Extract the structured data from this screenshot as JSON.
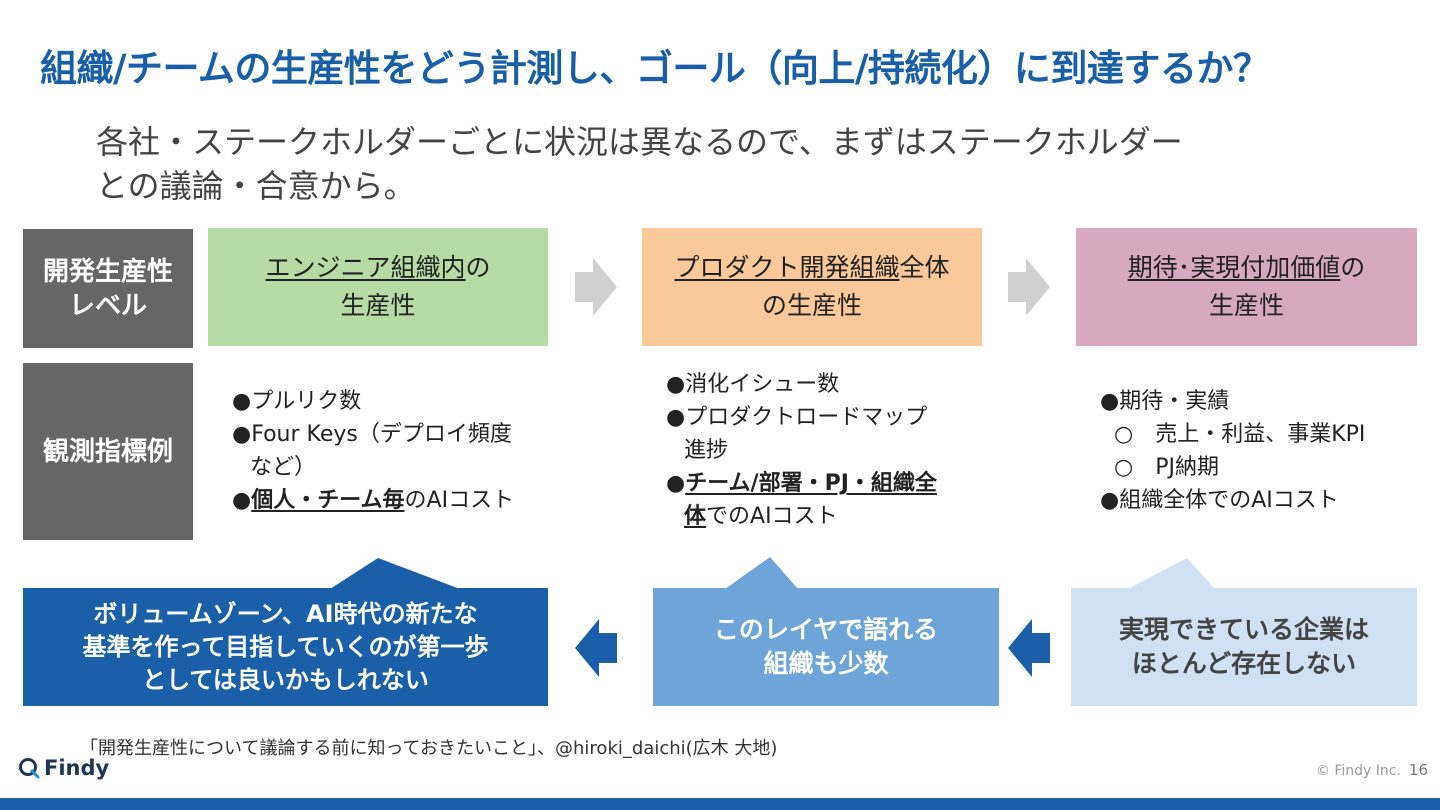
{
  "title": "組織/チームの生産性をどう計測し、ゴール（向上/持続化）に到達するか？",
  "lead": {
    "line1": "各社・ステークホルダーごとに状況は異なるので、まずはステークホルダー",
    "line2": "との議論・合意から。"
  },
  "row_labels": {
    "level_line1": "開発生産性",
    "level_line2": "レベル",
    "metrics": "観測指標例"
  },
  "stages": [
    {
      "underlined": "エンジニア組織内",
      "rest": "の",
      "line2": "生産性",
      "color": "#b7dba5"
    },
    {
      "underlined": "プロダクト開発組織",
      "rest": "全体",
      "line2": "の生産性",
      "color": "#f9c99b"
    },
    {
      "underlined": "期待･実現付加価値",
      "rest": "の",
      "line2": "生産性",
      "color": "#d7a9c1"
    }
  ],
  "metrics": {
    "col1": {
      "item1": "●プルリク数",
      "item2a": "●Four Keys（デプロイ頻度",
      "item2b": "など）",
      "item3_bullet": "●",
      "item3_bold": "個人・チーム毎",
      "item3_rest": "のAIコスト"
    },
    "col2": {
      "item1": "●消化イシュー数",
      "item2a": "●プロダクトロードマップ",
      "item2b": "進捗",
      "item3_bullet": "●",
      "item3_bold_a": "チーム/部署・PJ・組織全",
      "item3_bold_b": "体",
      "item3_rest": "でのAIコスト"
    },
    "col3": {
      "item1": "●期待・実績",
      "sub1": "○　売上・利益、事業KPI",
      "sub2": "○　PJ納期",
      "item2": "●組織全体でのAIコスト"
    }
  },
  "callouts": [
    {
      "line1": "ボリュームゾーン、AI時代の新たな",
      "line2": "基準を作って目指していくのが第一歩",
      "line3": "としては良いかもしれない",
      "color": "#1b5fa8"
    },
    {
      "line1": "このレイヤで語れる",
      "line2": "組織も少数",
      "color": "#6fa4d8"
    },
    {
      "line1": "実現できている企業は",
      "line2": "ほとんど存在しない",
      "color": "#cfe1f3"
    }
  ],
  "caption": "「開発生産性について議論する前に知っておきたいこと」、@hiroki_daichi(広木 大地)",
  "logo_text": "Findy",
  "copyright": "© Findy Inc.",
  "page_number": "16",
  "colors": {
    "accent": "#1b5fa8",
    "gray_arrow": "#d0d0d0"
  }
}
